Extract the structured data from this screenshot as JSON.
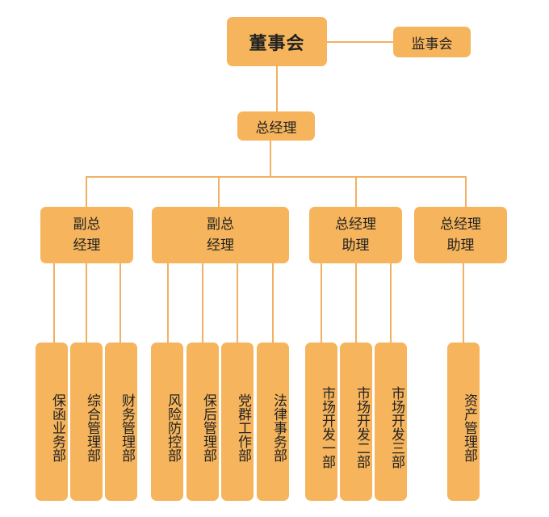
{
  "colors": {
    "box_fill": "#f6b45c",
    "line": "#f2b063",
    "text": "#222222"
  },
  "board": {
    "label": "董事会"
  },
  "supervisory_board": {
    "label": "监事会"
  },
  "general_manager": {
    "label": "总经理"
  },
  "deputy_general_manager_1": {
    "label": "副总\n经理"
  },
  "deputy_general_manager_2": {
    "label": "副总\n经理"
  },
  "assistant_general_manager_1": {
    "label": "总经理\n助理"
  },
  "assistant_general_manager_2": {
    "label": "总经理\n助理"
  },
  "departments": {
    "guarantee": "保函业务部",
    "general_management": "综合管理部",
    "finance": "财务管理部",
    "risk_control": "风险防控部",
    "logistics": "保后管理部",
    "party_affairs": "党群工作部",
    "legal": "法律事务部",
    "market_1": "市场开发一部",
    "market_2": "市场开发二部",
    "market_3": "市场开发三部",
    "assets": "资产管理部"
  }
}
